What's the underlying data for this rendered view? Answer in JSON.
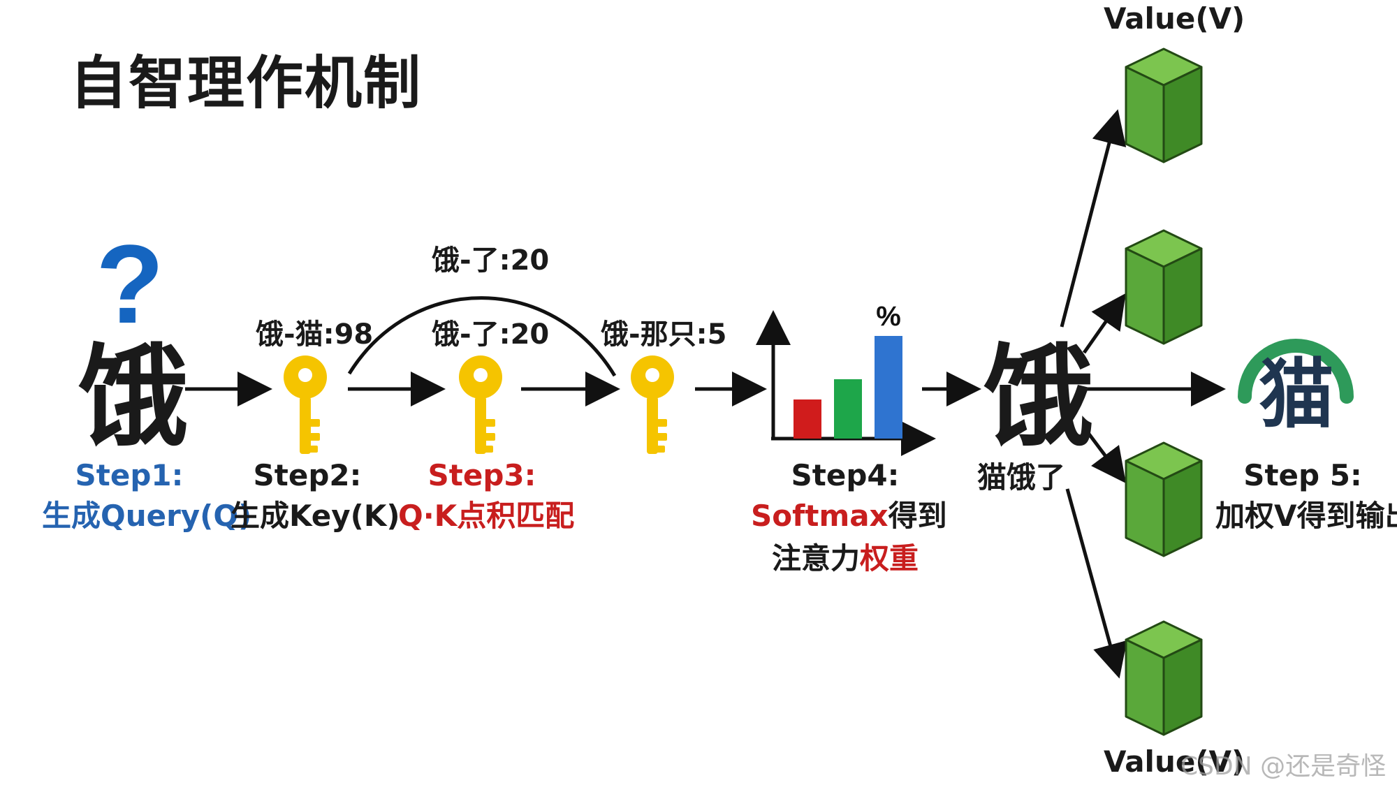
{
  "title": "自智理作机制",
  "query": {
    "char": "饿",
    "mark": "?"
  },
  "keys": [
    {
      "pair": "饿-猫:98"
    },
    {
      "pair": "饿-了:20"
    },
    {
      "pair": "饿-那只:5"
    }
  ],
  "arc_label": "饿-了:20",
  "steps": {
    "s1": {
      "line1": "Step1:",
      "line2": "生成Query(Q)"
    },
    "s2": {
      "line1": "Step2:",
      "line2": "生成Key(K)"
    },
    "s3": {
      "line1": "Step3:",
      "line2": "Q·K点积匹配"
    },
    "s4": {
      "line1": "Step4:",
      "line2a": "Softmax",
      "line2b": "得到",
      "line3a": "注意力",
      "line3b": "权重"
    },
    "s5": {
      "line1": "Step 5:",
      "line2": "加权V得到输出"
    }
  },
  "softmax_chart": {
    "percent_symbol": "%",
    "bar_colors": [
      "#d01c1c",
      "#1ea64a",
      "#2f74d0"
    ]
  },
  "output": {
    "char": "饿",
    "caption": "猫饿了"
  },
  "value_top": "Value(V)",
  "value_bottom": "Value(V)",
  "result_char": "猫",
  "watermark": "CSDN @还是奇怪",
  "colors": {
    "key": "#f5c400",
    "cube_front": "#5aa83a",
    "cube_top": "#7cc54f",
    "cube_side": "#3f8a26",
    "result_arc": "#2e9a5a",
    "result_char": "#1f3550"
  }
}
